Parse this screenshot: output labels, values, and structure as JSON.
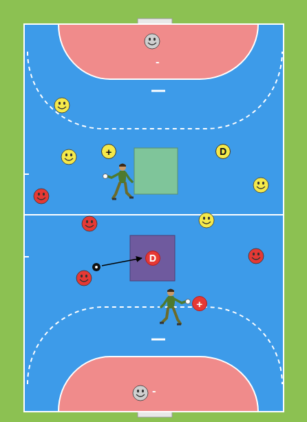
{
  "diagram": {
    "nodes": [
      {
        "text": [
          "+"
        ]
      },
      {
        "text": [
          "D"
        ]
      },
      {
        "text": [
          "D"
        ]
      },
      {
        "text": [
          "+"
        ]
      }
    ],
    "labels": [
      "-",
      "-"
    ]
  }
}
